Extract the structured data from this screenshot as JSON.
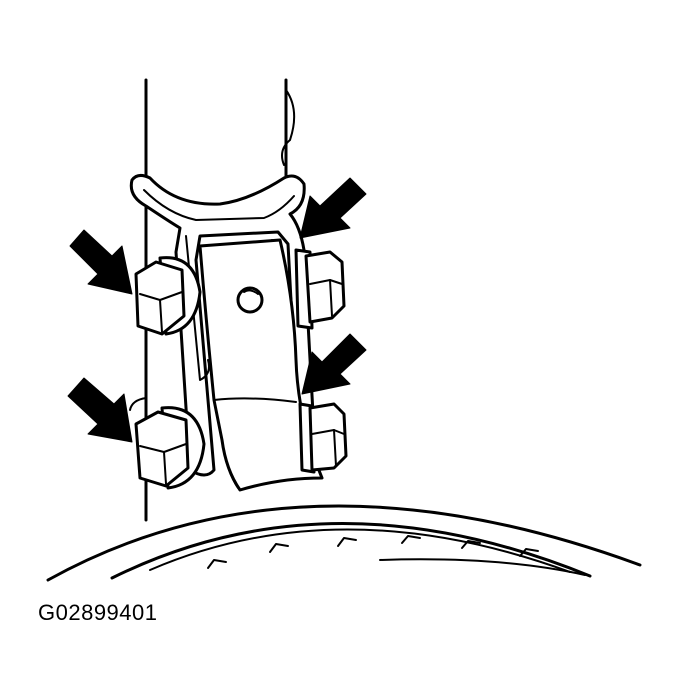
{
  "figure": {
    "id_label": "G02899401"
  },
  "colors": {
    "ink": "#000000",
    "paper": "#ffffff"
  },
  "callouts": [
    {
      "name": "arrow-upper-left-bolt",
      "points_to": "upper-left-bolt"
    },
    {
      "name": "arrow-lower-left-bolt",
      "points_to": "lower-left-bolt"
    },
    {
      "name": "arrow-upper-right-nut",
      "points_to": "upper-right-nut"
    },
    {
      "name": "arrow-lower-right-nut",
      "points_to": "lower-right-nut"
    }
  ]
}
